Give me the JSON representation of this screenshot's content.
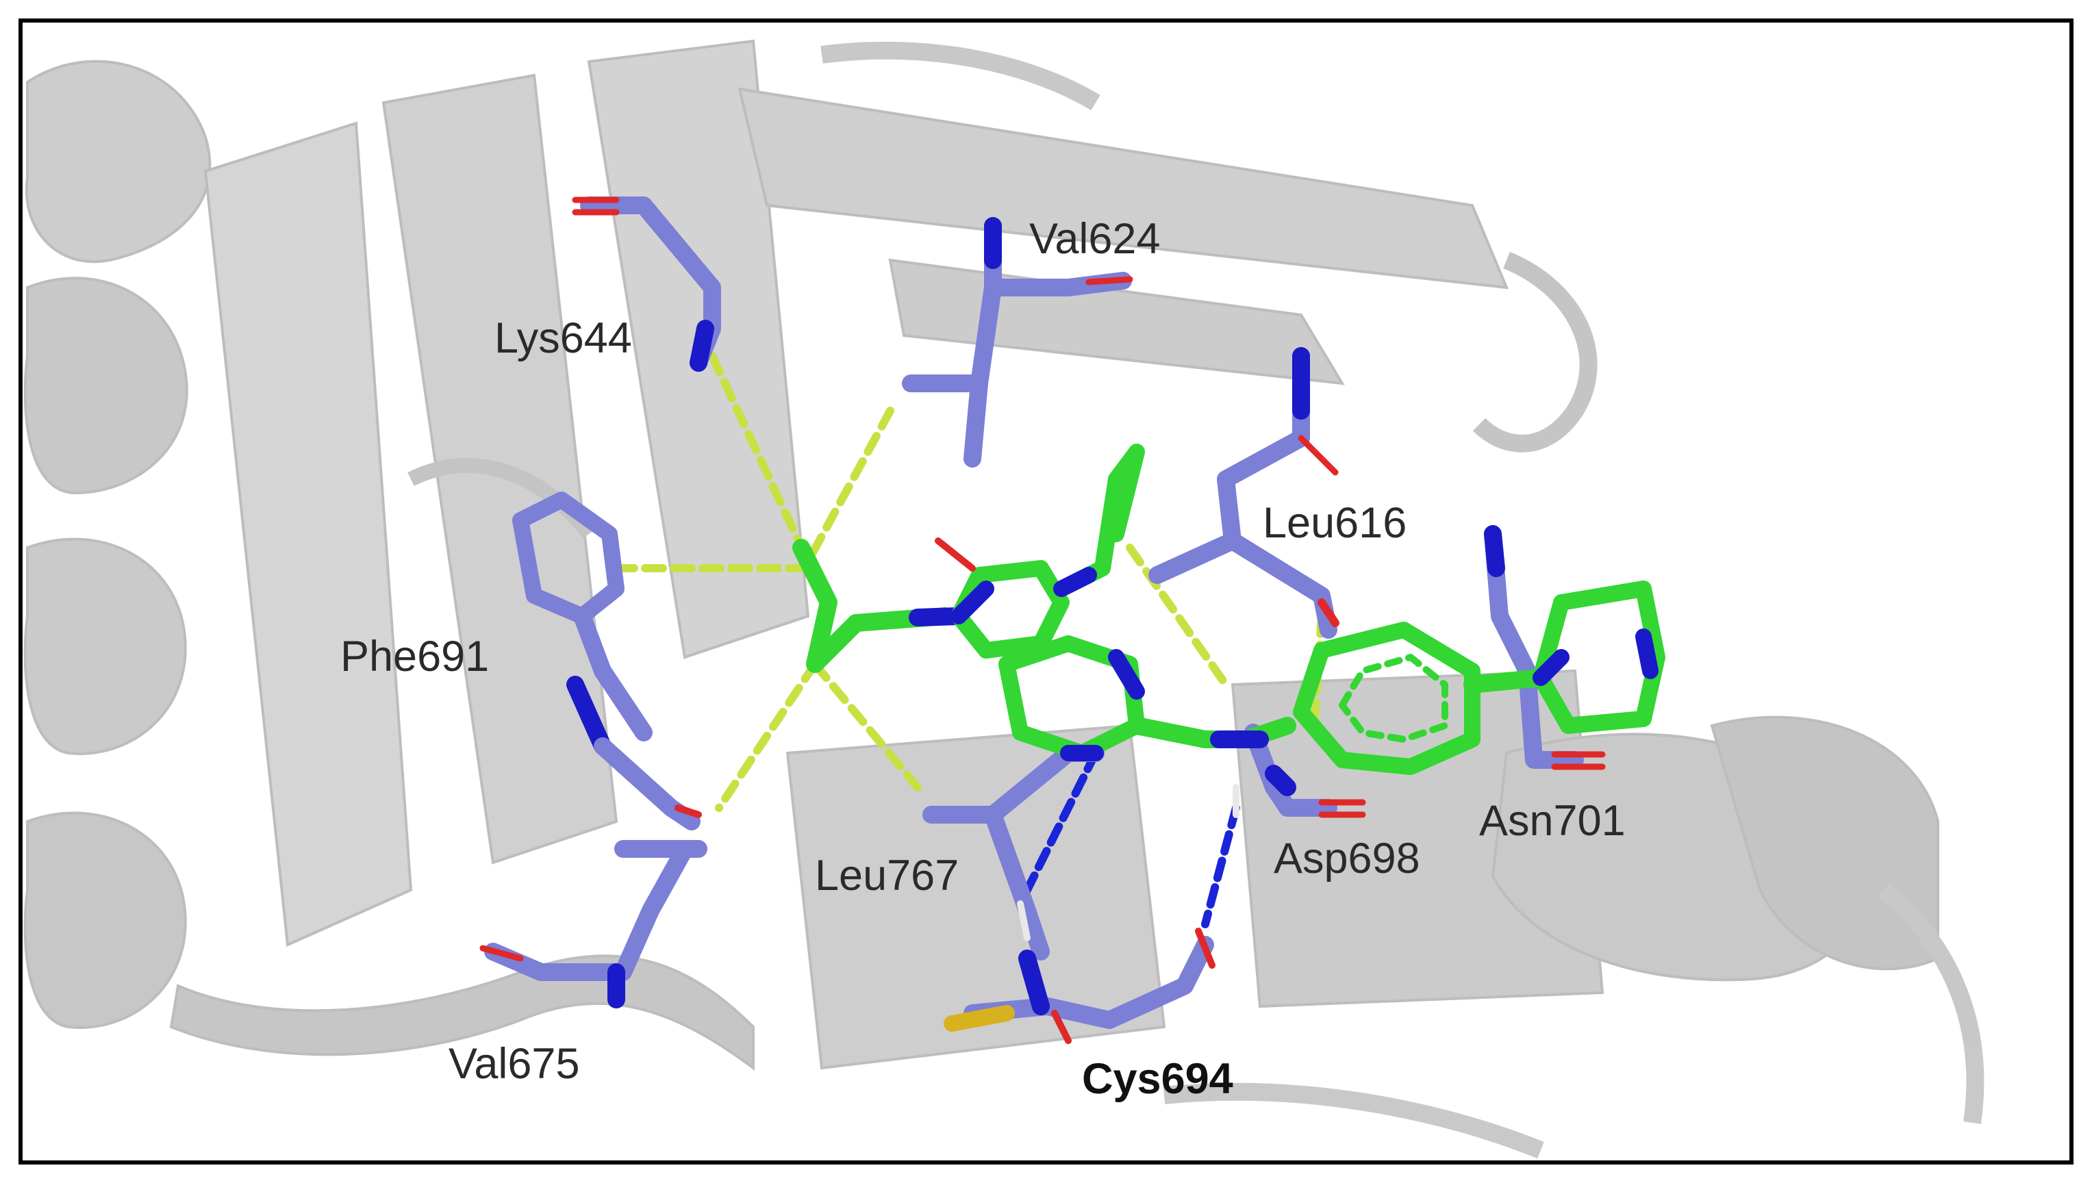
{
  "figure": {
    "background_color": "#ffffff",
    "frame_color": "#000000",
    "protein_color": "#c9c9c9",
    "residue_carbon_color": "#7b7fd6",
    "ligand_carbon_color": "#33d633",
    "nitrogen_color": "#1a1ac8",
    "oxygen_color": "#e02828",
    "sulfur_color": "#d8b21e",
    "hbond_color": "#1a24d8",
    "hydrophobic_contact_color": "#c9e042"
  },
  "labels": [
    {
      "id": "val624",
      "text": "Val624",
      "bold": false
    },
    {
      "id": "lys644",
      "text": "Lys644",
      "bold": false
    },
    {
      "id": "leu616",
      "text": "Leu616",
      "bold": false
    },
    {
      "id": "phe691",
      "text": "Phe691",
      "bold": false
    },
    {
      "id": "asn701",
      "text": "Asn701",
      "bold": false
    },
    {
      "id": "leu767",
      "text": "Leu767",
      "bold": false
    },
    {
      "id": "asp698",
      "text": "Asp698",
      "bold": false
    },
    {
      "id": "val675",
      "text": "Val675",
      "bold": false
    },
    {
      "id": "cys694",
      "text": "Cys694",
      "bold": true
    }
  ]
}
